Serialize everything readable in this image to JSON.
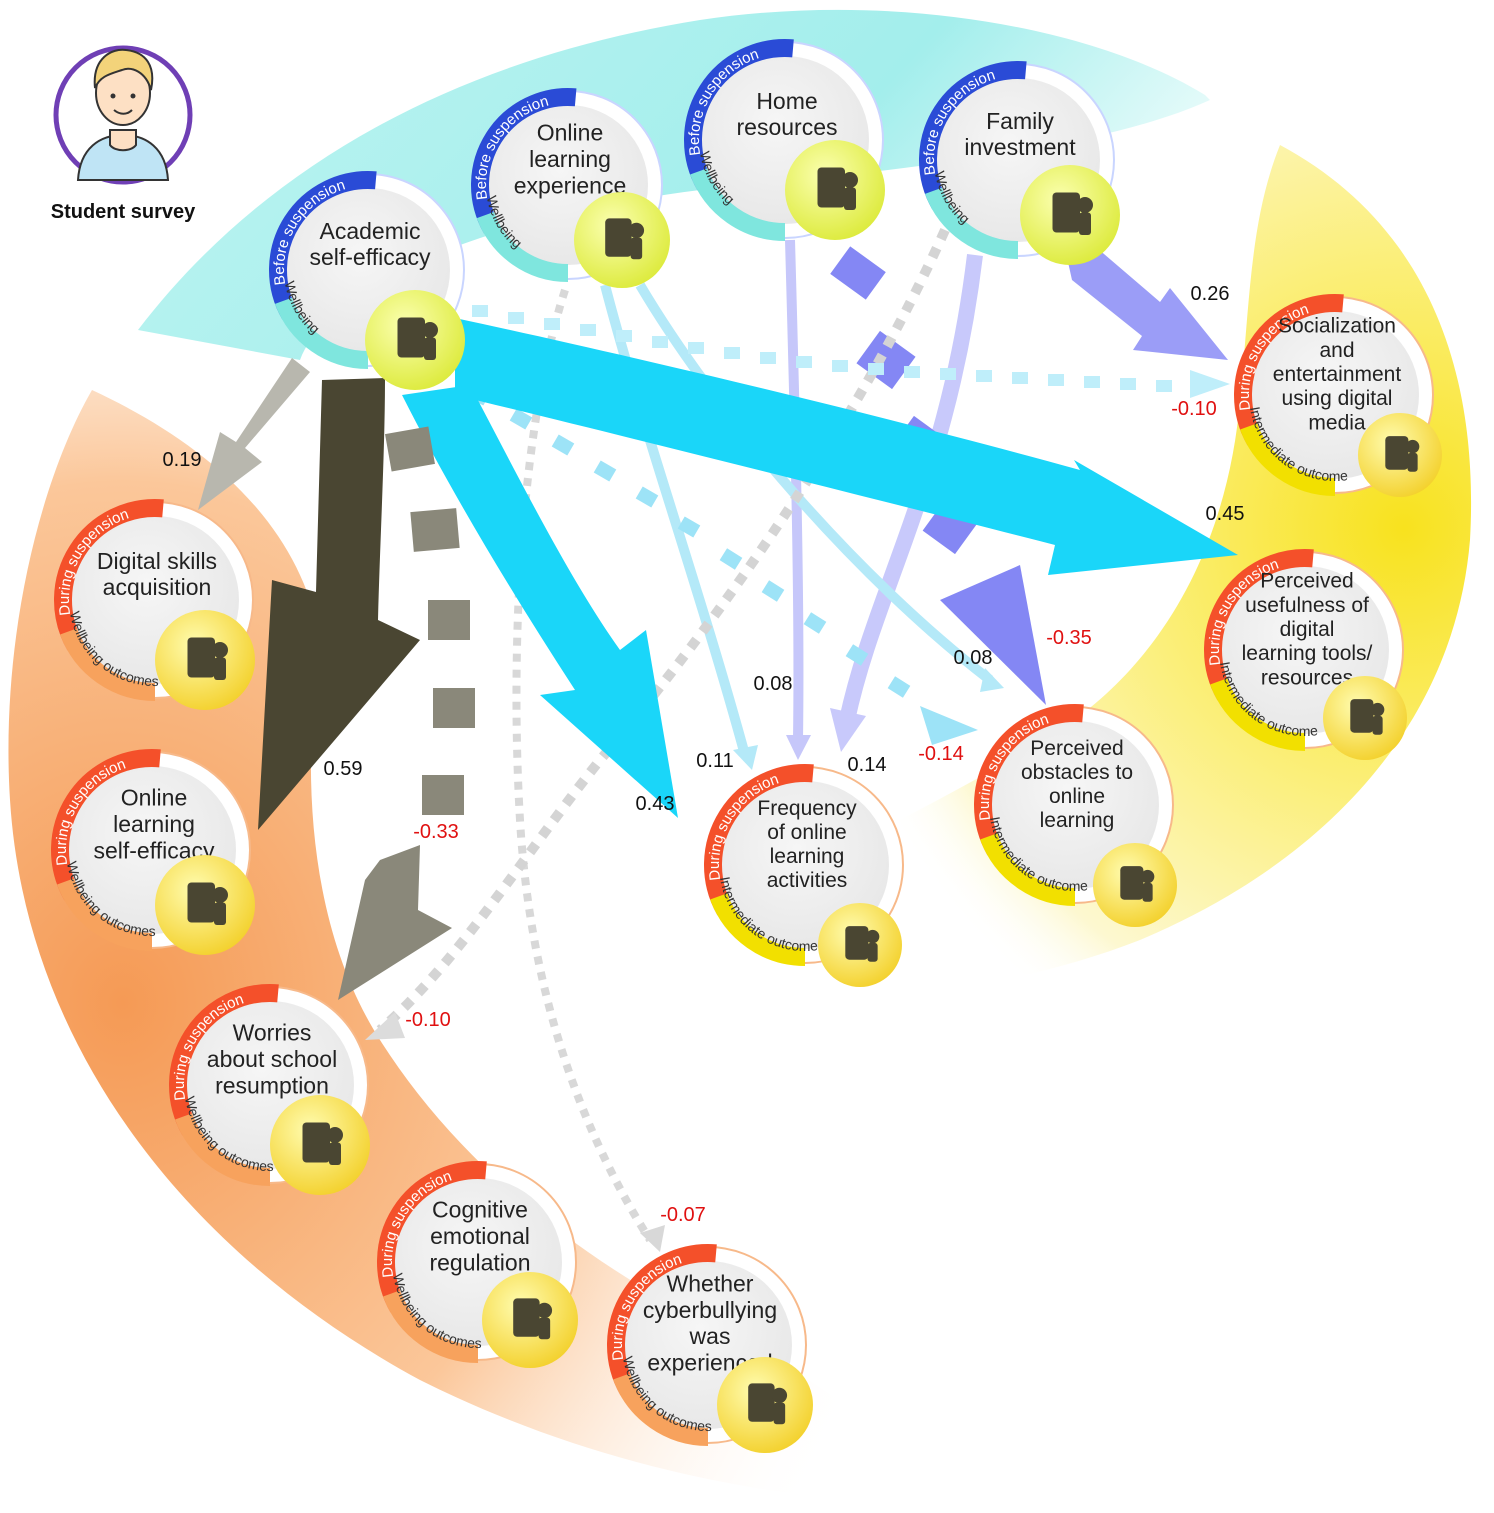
{
  "title": "Student survey",
  "tags": {
    "before": "Before suspension",
    "during": "During suspension",
    "wellbeing": "Wellbeing",
    "wellbeing_outcomes": "Wellbeing outcomes",
    "intermediate": "Intermediate outcome"
  },
  "colors": {
    "cyan_region": "#a8f0ee",
    "orange_region": "#f7a05c",
    "yellow_region": "#fbe94a",
    "arrow_cyan": "#1ad6f9",
    "arrow_dark": "#4a4632",
    "arrow_grey": "#8a887a",
    "arrow_purple": "#8d8ff5",
    "arrow_lavender": "#c5c6fb",
    "arrow_lightblue": "#a9e6f7",
    "negative_label": "#e01010",
    "positive_label": "#111111",
    "before_tag": "#2a4bd6",
    "during_tag": "#f4502a",
    "intermediate_band": "#f2e000"
  },
  "nodes": {
    "academic_self_efficacy": {
      "label": [
        "Academic",
        "self-efficacy"
      ],
      "icon": "thumbs-up-icon"
    },
    "online_learning_experience": {
      "label": [
        "Online",
        "learning",
        "experience"
      ],
      "icon": "tablet-touch-icon"
    },
    "home_resources": {
      "label": [
        "Home",
        "resources"
      ],
      "icon": "family-home-icon"
    },
    "family_investment": {
      "label": [
        "Family",
        "investment"
      ],
      "icon": "family-devices-icon"
    },
    "socialization": {
      "label": [
        "Socialization",
        "and",
        "entertainment",
        "using digital",
        "media"
      ],
      "icon": "social-media-icon"
    },
    "perceived_usefulness": {
      "label": [
        "Perceived",
        "usefulness of",
        "digital",
        "learning tools/",
        "resources"
      ],
      "icon": "rating-stars-icon"
    },
    "perceived_obstacles": {
      "label": [
        "Perceived",
        "obstacles to",
        "online",
        "learning"
      ],
      "icon": "obstacle-icon"
    },
    "frequency_online": {
      "label": [
        "Frequency",
        "of online",
        "learning",
        "activities"
      ],
      "icon": "timer-tablet-icon"
    },
    "digital_skills": {
      "label": [
        "Digital skills",
        "acquisition"
      ],
      "icon": "digital-hand-icon"
    },
    "online_self_efficacy": {
      "label": [
        "Online",
        "learning",
        "self-efficacy"
      ],
      "icon": "book-thumb-icon"
    },
    "worries": {
      "label": [
        "Worries",
        "about school",
        "resumption"
      ],
      "icon": "worried-student-icon"
    },
    "cognitive_regulation": {
      "label": [
        "Cognitive",
        "emotional",
        "regulation"
      ],
      "icon": "emotion-scale-icon"
    },
    "cyberbullying": {
      "label": [
        "Whether",
        "cyberbullying",
        "was",
        "experienced"
      ],
      "icon": "bullying-icon"
    }
  },
  "coefficients": [
    {
      "value": "0.19",
      "sign": "pos"
    },
    {
      "value": "0.59",
      "sign": "pos"
    },
    {
      "value": "-0.33",
      "sign": "neg"
    },
    {
      "value": "-0.10",
      "sign": "neg"
    },
    {
      "value": "0.43",
      "sign": "pos"
    },
    {
      "value": "0.11",
      "sign": "pos"
    },
    {
      "value": "0.08",
      "sign": "pos"
    },
    {
      "value": "0.14",
      "sign": "pos"
    },
    {
      "value": "-0.14",
      "sign": "neg"
    },
    {
      "value": "0.08",
      "sign": "pos"
    },
    {
      "value": "-0.35",
      "sign": "neg"
    },
    {
      "value": "0.45",
      "sign": "pos"
    },
    {
      "value": "0.26",
      "sign": "pos"
    },
    {
      "value": "-0.10",
      "sign": "neg"
    },
    {
      "value": "-0.07",
      "sign": "neg"
    }
  ]
}
